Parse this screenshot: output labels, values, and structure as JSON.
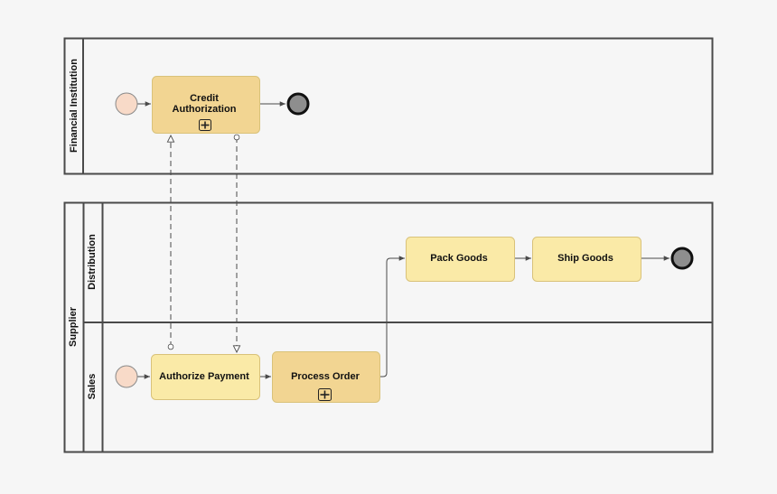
{
  "pools": {
    "financial": {
      "label": "Financial Institution"
    },
    "supplier": {
      "label": "Supplier",
      "lanes": {
        "distribution": "Distribution",
        "sales": "Sales"
      }
    }
  },
  "tasks": {
    "credit_authorization": [
      "Credit",
      "Authorization"
    ],
    "pack_goods": "Pack Goods",
    "ship_goods": "Ship Goods",
    "authorize_payment": "Authorize Payment",
    "process_order": "Process Order"
  },
  "colors": {
    "background": "#f6f6f6",
    "task_fill": "#faeaa7",
    "subprocess_fill": "#f2d592",
    "task_stroke": "#d9c27a",
    "start_event_fill": "#f8dac8",
    "end_event_fill": "#8e8e8e",
    "line": "#4a4a4a"
  }
}
